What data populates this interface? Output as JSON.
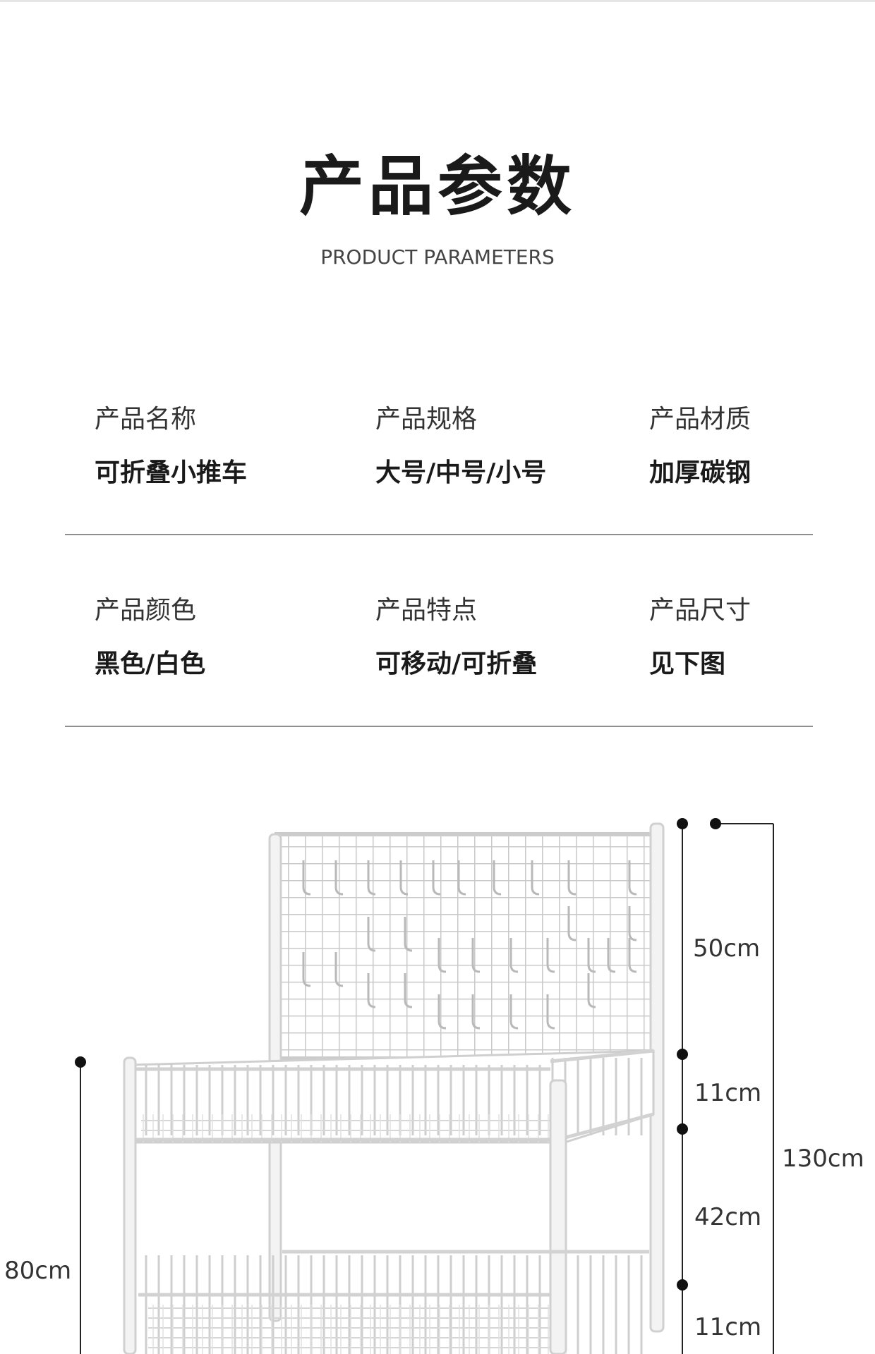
{
  "header": {
    "title": "产品参数",
    "subtitle": "PRODUCT PARAMETERS"
  },
  "params": {
    "row1": [
      {
        "label": "产品名称",
        "value": "可折叠小推车"
      },
      {
        "label": "产品规格",
        "value": "大号/中号/小号"
      },
      {
        "label": "产品材质",
        "value": "加厚碳钢"
      }
    ],
    "row2": [
      {
        "label": "产品颜色",
        "value": "黑色/白色"
      },
      {
        "label": "产品特点",
        "value": "可移动/可折叠"
      },
      {
        "label": "产品尺寸",
        "value": "见下图"
      }
    ]
  },
  "dimensions": {
    "top_panel": "50cm",
    "basket_top": "11cm",
    "gap": "42cm",
    "basket_bottom": "11cm",
    "total": "130cm",
    "left_height": "80cm"
  }
}
